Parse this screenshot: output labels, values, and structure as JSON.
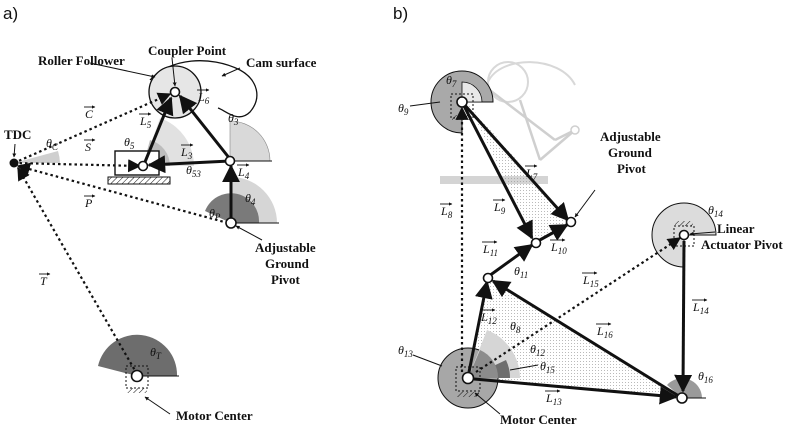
{
  "panels": {
    "a": "a)",
    "b": "b)"
  },
  "left": {
    "labels": {
      "roller": "Roller Follower",
      "coupler": "Coupler Point",
      "cam": "Cam surface",
      "tdc": "TDC",
      "adj1": "Adjustable",
      "adj2": "Ground",
      "adj3": "Pivot",
      "motor": "Motor Center"
    },
    "symbols": {
      "C": "C",
      "S": "S",
      "P": "P",
      "T": "T",
      "L3": "L",
      "L3s": "3",
      "L4": "L",
      "L4s": "4",
      "L5": "L",
      "L5s": "5",
      "L6": "L",
      "L6s": "6",
      "thC": "θ",
      "thCs": "C",
      "th3": "θ",
      "th3s": "3",
      "th4": "θ",
      "th4s": "4",
      "th5": "θ",
      "th5s": "5",
      "th53": "θ",
      "th53s": "53",
      "thP": "θ",
      "thPs": "P",
      "thT": "θ",
      "thTs": "T"
    }
  },
  "right": {
    "labels": {
      "adj1": "Adjustable",
      "adj2": "Ground",
      "adj3": "Pivot",
      "lin1": "Linear",
      "lin2": "Actuator Pivot",
      "motor": "Motor Center"
    },
    "symbols": {
      "th9": "θ",
      "th9s": "9",
      "th7": "θ",
      "th7s": "7",
      "th14": "θ",
      "th14s": "14",
      "th11": "θ",
      "th11s": "11",
      "th8": "θ",
      "th8s": "8",
      "th12": "θ",
      "th12s": "12",
      "th13": "θ",
      "th13s": "13",
      "th15": "θ",
      "th15s": "15",
      "th16": "θ",
      "th16s": "16",
      "L7": "L",
      "L7s": "7",
      "L8": "L",
      "L8s": "8",
      "L9": "L",
      "L9s": "9",
      "L10": "L",
      "L10s": "10",
      "L11": "L",
      "L11s": "11",
      "L12": "L",
      "L12s": "12",
      "L13": "L",
      "L13s": "13",
      "L14": "L",
      "L14s": "14",
      "L15": "L",
      "L15s": "15",
      "L16": "L",
      "L16s": "16"
    }
  }
}
